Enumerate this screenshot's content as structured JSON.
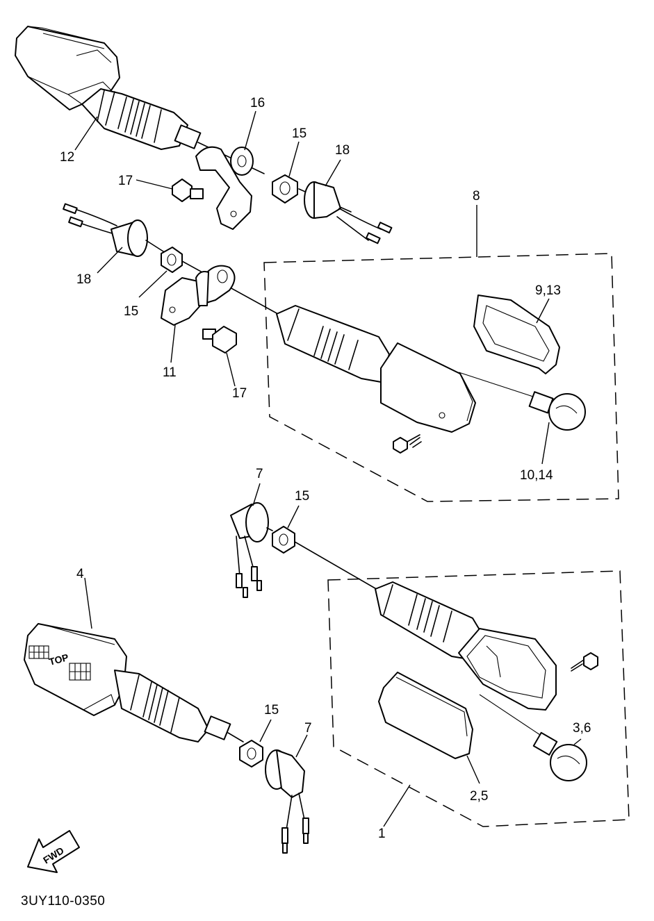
{
  "diagram": {
    "part_code": "3UY110-0350",
    "direction_label": "FWD",
    "callouts": {
      "c12": "12",
      "c16": "16",
      "c15a": "15",
      "c18a": "18",
      "c17a": "17",
      "c8": "8",
      "c18b": "18",
      "c15b": "15",
      "c11": "11",
      "c17b": "17",
      "c9_13": "9,13",
      "c10_14": "10,14",
      "c7a": "7",
      "c15c": "15",
      "c4": "4",
      "c15d": "15",
      "c7b": "7",
      "c3_6": "3,6",
      "c2_5": "2,5",
      "c1": "1"
    }
  }
}
